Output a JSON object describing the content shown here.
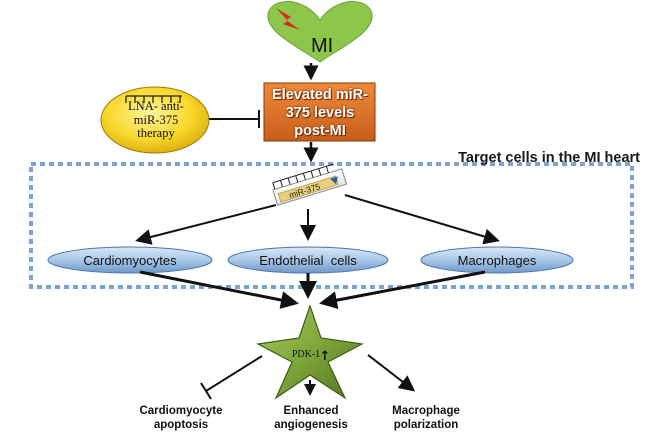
{
  "heart": {
    "label": "MI",
    "color": "#8cc64b"
  },
  "elevated_box": {
    "lines": [
      "Elevated miR-",
      "375 levels",
      "post-MI"
    ],
    "color": "#e07a2e"
  },
  "therapy": {
    "lines": [
      "LNA- anti-",
      "miR-375",
      "therapy"
    ],
    "color": "#f7d21e"
  },
  "target_region": {
    "title": "Target cells in the MI heart",
    "border_color": "#7ea3cf"
  },
  "mirna_chip": {
    "label": "miR-375"
  },
  "cells": [
    {
      "label": "Cardiomyocytes"
    },
    {
      "label": "Endothelial  cells"
    },
    {
      "label": "Macrophages"
    }
  ],
  "star": {
    "label": "PDK-1",
    "arrow_symbol": "↑",
    "color": "#7ea63a"
  },
  "outcomes": [
    {
      "lines": [
        "Cardiomyocyte",
        "apoptosis"
      ]
    },
    {
      "lines": [
        "Enhanced",
        "angiogenesis"
      ]
    },
    {
      "lines": [
        "Macrophage",
        "polarization"
      ]
    }
  ]
}
